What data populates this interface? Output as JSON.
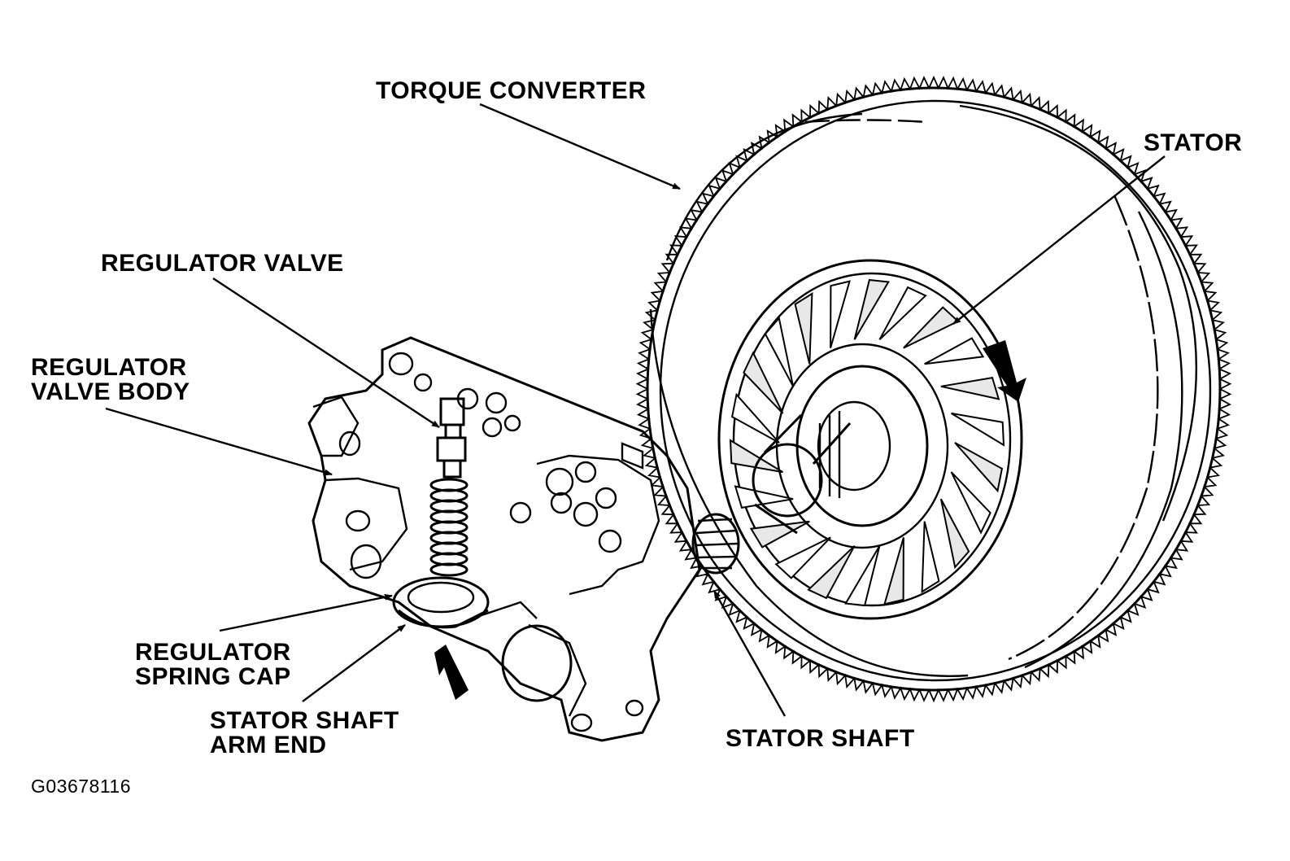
{
  "labels": {
    "torque_converter": "TORQUE CONVERTER",
    "stator": "STATOR",
    "regulator_valve": "REGULATOR VALVE",
    "regulator_valve_body_1": "REGULATOR",
    "regulator_valve_body_2": "VALVE BODY",
    "regulator_spring_cap_1": "REGULATOR",
    "regulator_spring_cap_2": "SPRING CAP",
    "stator_shaft_arm_end_1": "STATOR SHAFT",
    "stator_shaft_arm_end_2": "ARM END",
    "stator_shaft": "STATOR SHAFT"
  },
  "figure_code": "G03678116",
  "colors": {
    "ink": "#000000",
    "paper": "#ffffff"
  }
}
